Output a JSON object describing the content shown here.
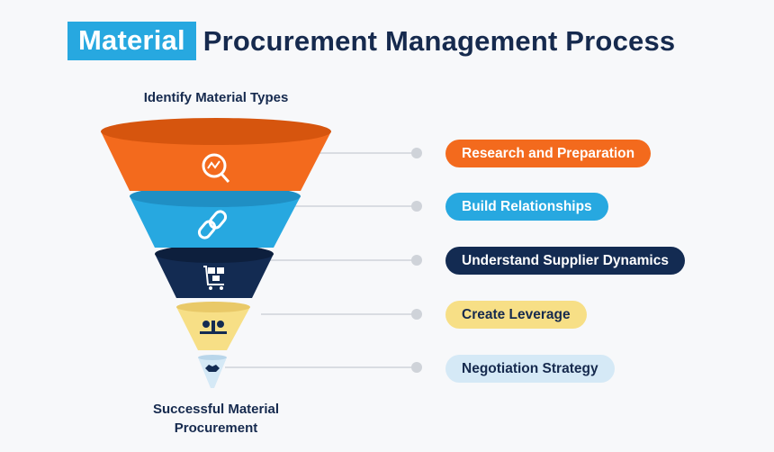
{
  "title": {
    "highlight": "Material",
    "rest": "Procurement Management Process"
  },
  "funnel": {
    "top_label": "Identify Material Types",
    "bottom_label": "Successful Material Procurement"
  },
  "stages": [
    {
      "label": "Research and Preparation",
      "icon": "magnifier-chart-icon",
      "color": "#f36a1d",
      "text_color": "#ffffff"
    },
    {
      "label": "Build Relationships",
      "icon": "chain-link-icon",
      "color": "#27a8e0",
      "text_color": "#ffffff"
    },
    {
      "label": "Understand Supplier Dynamics",
      "icon": "cart-boxes-icon",
      "color": "#132b52",
      "text_color": "#ffffff"
    },
    {
      "label": "Create Leverage",
      "icon": "balance-coins-icon",
      "color": "#f7df86",
      "text_color": "#162a4e"
    },
    {
      "label": "Negotiation Strategy",
      "icon": "handshake-icon",
      "color": "#d5e9f6",
      "text_color": "#162a4e"
    }
  ]
}
